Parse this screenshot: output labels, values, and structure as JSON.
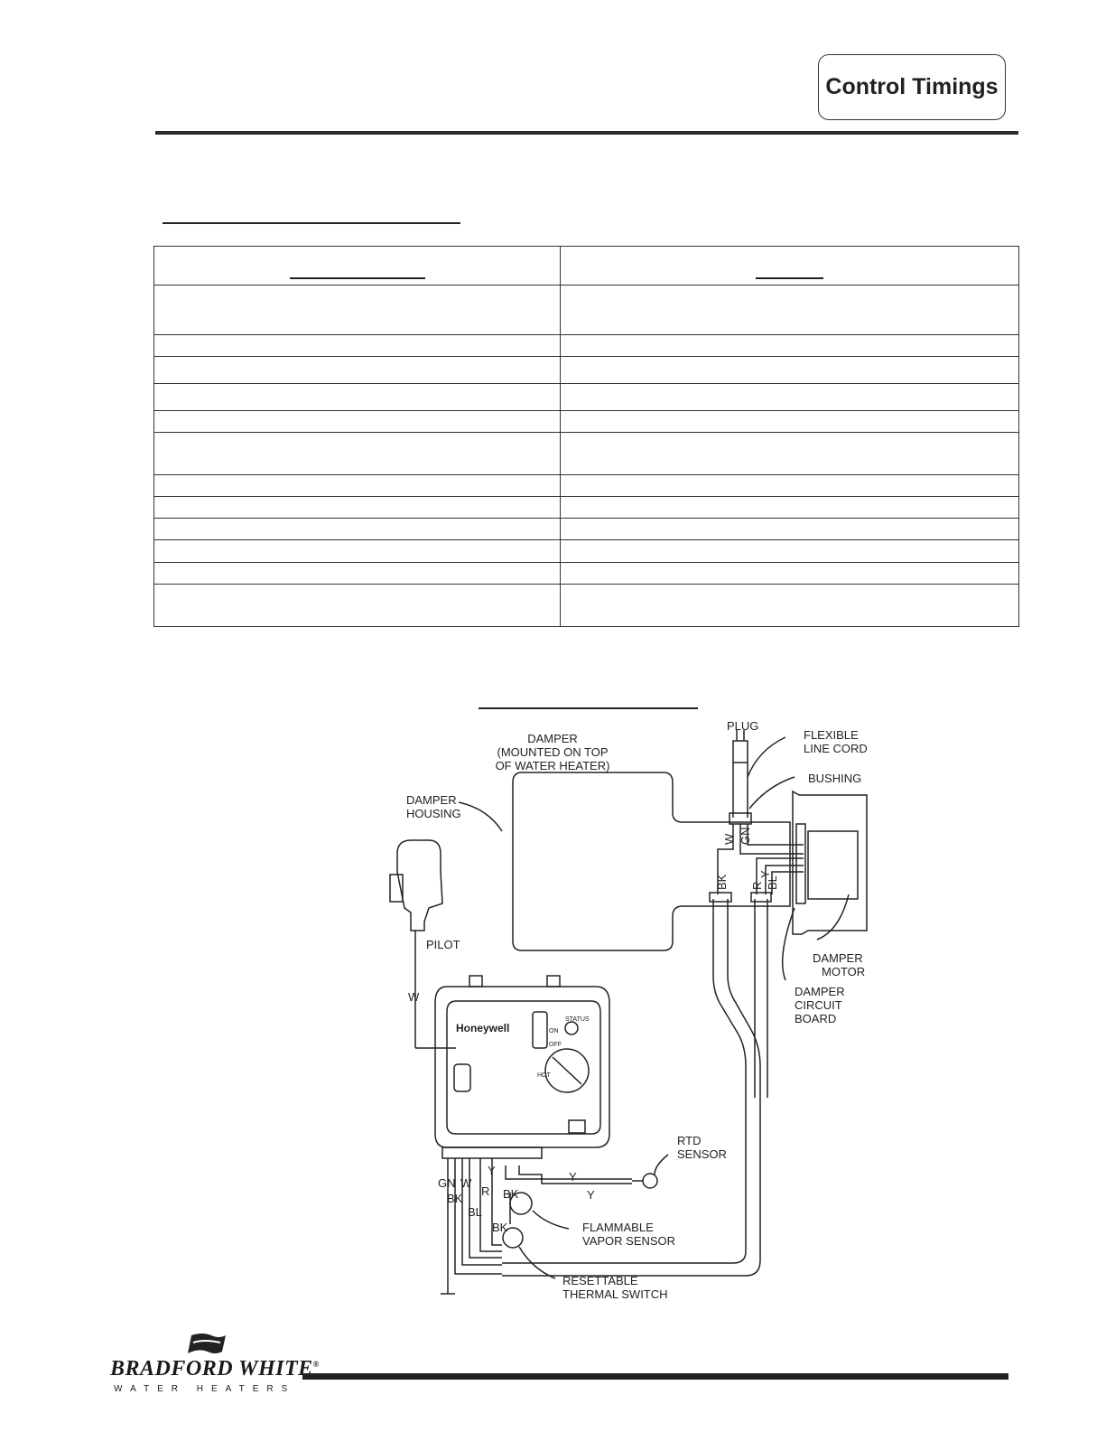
{
  "header": {
    "tab_label": "Control Timings"
  },
  "timing_table": {
    "rows": [
      {
        "height": 55
      },
      {
        "height": 24
      },
      {
        "height": 30
      },
      {
        "height": 30
      },
      {
        "height": 24
      },
      {
        "height": 47
      },
      {
        "height": 24
      },
      {
        "height": 24
      },
      {
        "height": 24
      },
      {
        "height": 25
      },
      {
        "height": 24
      },
      {
        "height": 47
      }
    ]
  },
  "diagram": {
    "labels": {
      "damper": "DAMPER",
      "damper_mount_1": "(MOUNTED ON TOP",
      "damper_mount_2": "OF WATER HEATER)",
      "plug": "PLUG",
      "flex_1": "FLEXIBLE",
      "flex_2": "LINE CORD",
      "bushing": "BUSHING",
      "housing_1": "DAMPER",
      "housing_2": "HOUSING",
      "pilot": "PILOT",
      "motor_1": "DAMPER",
      "motor_2": "MOTOR",
      "board_1": "DAMPER",
      "board_2": "CIRCUIT",
      "board_3": "BOARD",
      "rtd_1": "RTD",
      "rtd_2": "SENSOR",
      "vapor_1": "FLAMMABLE",
      "vapor_2": "VAPOR SENSOR",
      "thermal_1": "RESETTABLE",
      "thermal_2": "THERMAL SWITCH",
      "brand": "Honeywell",
      "status": "STATUS",
      "on": "ON",
      "off": "OFF",
      "hot": "HOT"
    },
    "wires": {
      "w_pilot": "W",
      "w_top": "W",
      "gn_top": "GN",
      "bk_top": "BK",
      "r_top": "R",
      "y_top": "Y",
      "bl_top": "BL",
      "gn": "GN",
      "w": "W",
      "y": "Y",
      "bk": "BK",
      "r": "R",
      "bl": "BL",
      "bk2": "BK",
      "y1": "Y",
      "y2": "Y",
      "bk3": "BK"
    }
  },
  "footer": {
    "logo_main": "BRADFORD WHITE",
    "logo_reg": "®",
    "logo_sub": "WATER HEATERS"
  }
}
